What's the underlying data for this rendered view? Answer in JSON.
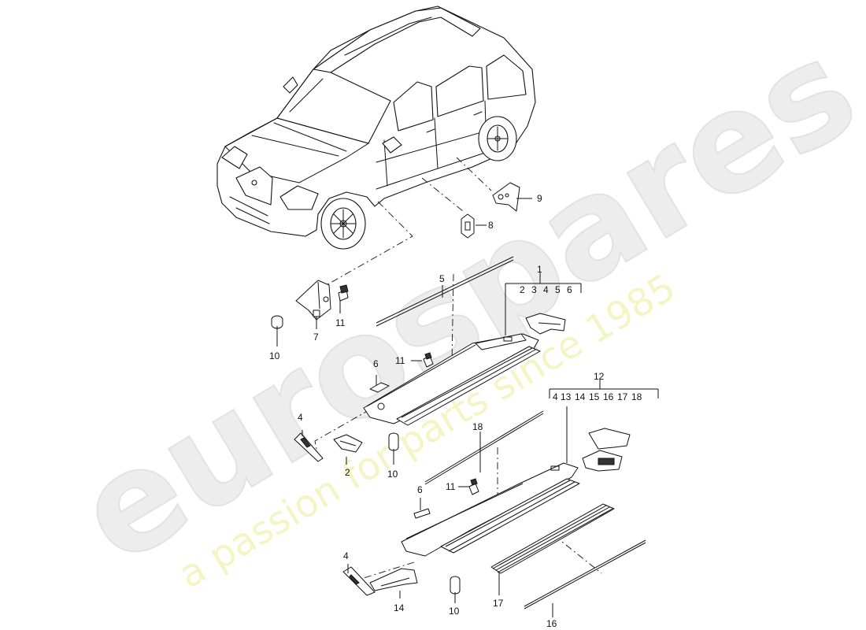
{
  "watermark": {
    "brand": "eurospares",
    "tagline": "a passion for parts since 1985"
  },
  "callouts": {
    "c1": "1",
    "c1_group": [
      "2",
      "3",
      "4",
      "5",
      "6"
    ],
    "c2": "2",
    "c4a": "4",
    "c4b": "4",
    "c5": "5",
    "c6a": "6",
    "c6b": "6",
    "c7": "7",
    "c8": "8",
    "c9": "9",
    "c10a": "10",
    "c10b": "10",
    "c10c": "10",
    "c11a": "11",
    "c11b": "11",
    "c11c": "11",
    "c12": "12",
    "c12_group": [
      "4",
      "13",
      "14",
      "15",
      "16",
      "17",
      "18"
    ],
    "c14": "14",
    "c16": "16",
    "c17": "17",
    "c18": "18"
  },
  "colors": {
    "line": "#111111",
    "watermark": "#ececec",
    "watermark_tagline": "#f3f3c8"
  }
}
